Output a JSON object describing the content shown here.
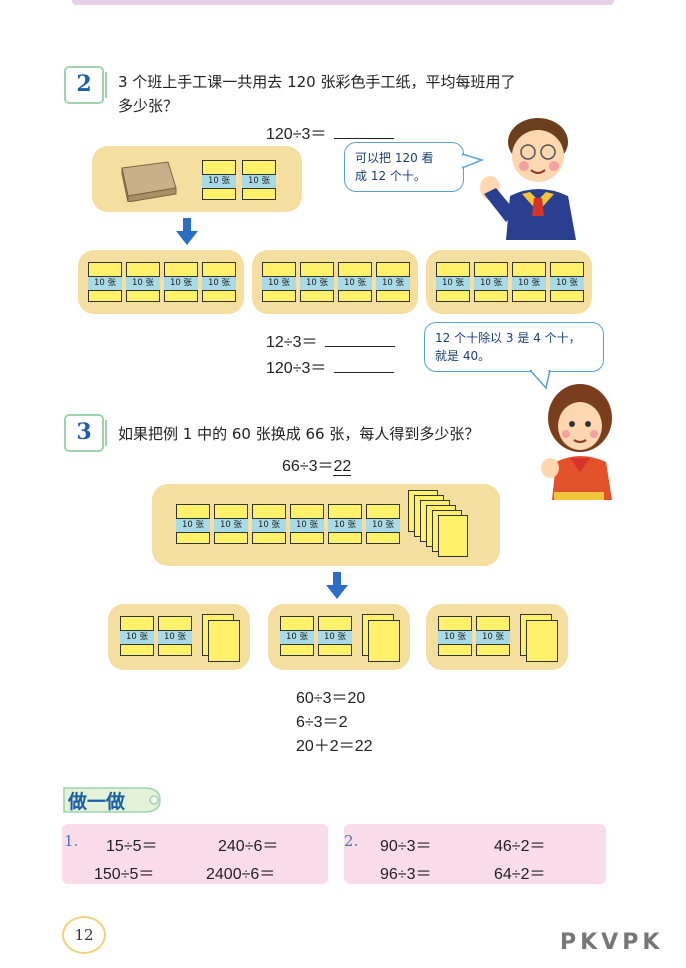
{
  "ex2": {
    "number": "2",
    "question_line1": "3 个班上手工课一共用去 120 张彩色手工纸，平均每班用了",
    "question_line2": "多少张？",
    "eq_top": "120÷3＝",
    "bubble1_line1": "可以把 120 看",
    "bubble1_line2": "成 12 个十。",
    "card_label": "10 张",
    "eq1": "12÷3＝",
    "eq2": "120÷3＝",
    "bubble2_line1": "12 个十除以 3 是 4 个十，",
    "bubble2_line2": "就是 40。"
  },
  "ex3": {
    "number": "3",
    "question": "如果把例 1 中的 60 张换成 66 张，每人得到多少张？",
    "eq_left": "66÷3＝",
    "eq_answer": "22",
    "calc1": "60÷3＝20",
    "calc2": "6÷3＝2",
    "calc3": "20＋2＝22"
  },
  "practice": {
    "title": "做一做",
    "g1_num": "1.",
    "g1": [
      "15÷5＝",
      "240÷6＝",
      "150÷5＝",
      "2400÷6＝"
    ],
    "g2_num": "2.",
    "g2": [
      "90÷3＝",
      "46÷2＝",
      "96÷3＝",
      "64÷2＝"
    ]
  },
  "page_number": "12",
  "watermark": "PKVPK"
}
